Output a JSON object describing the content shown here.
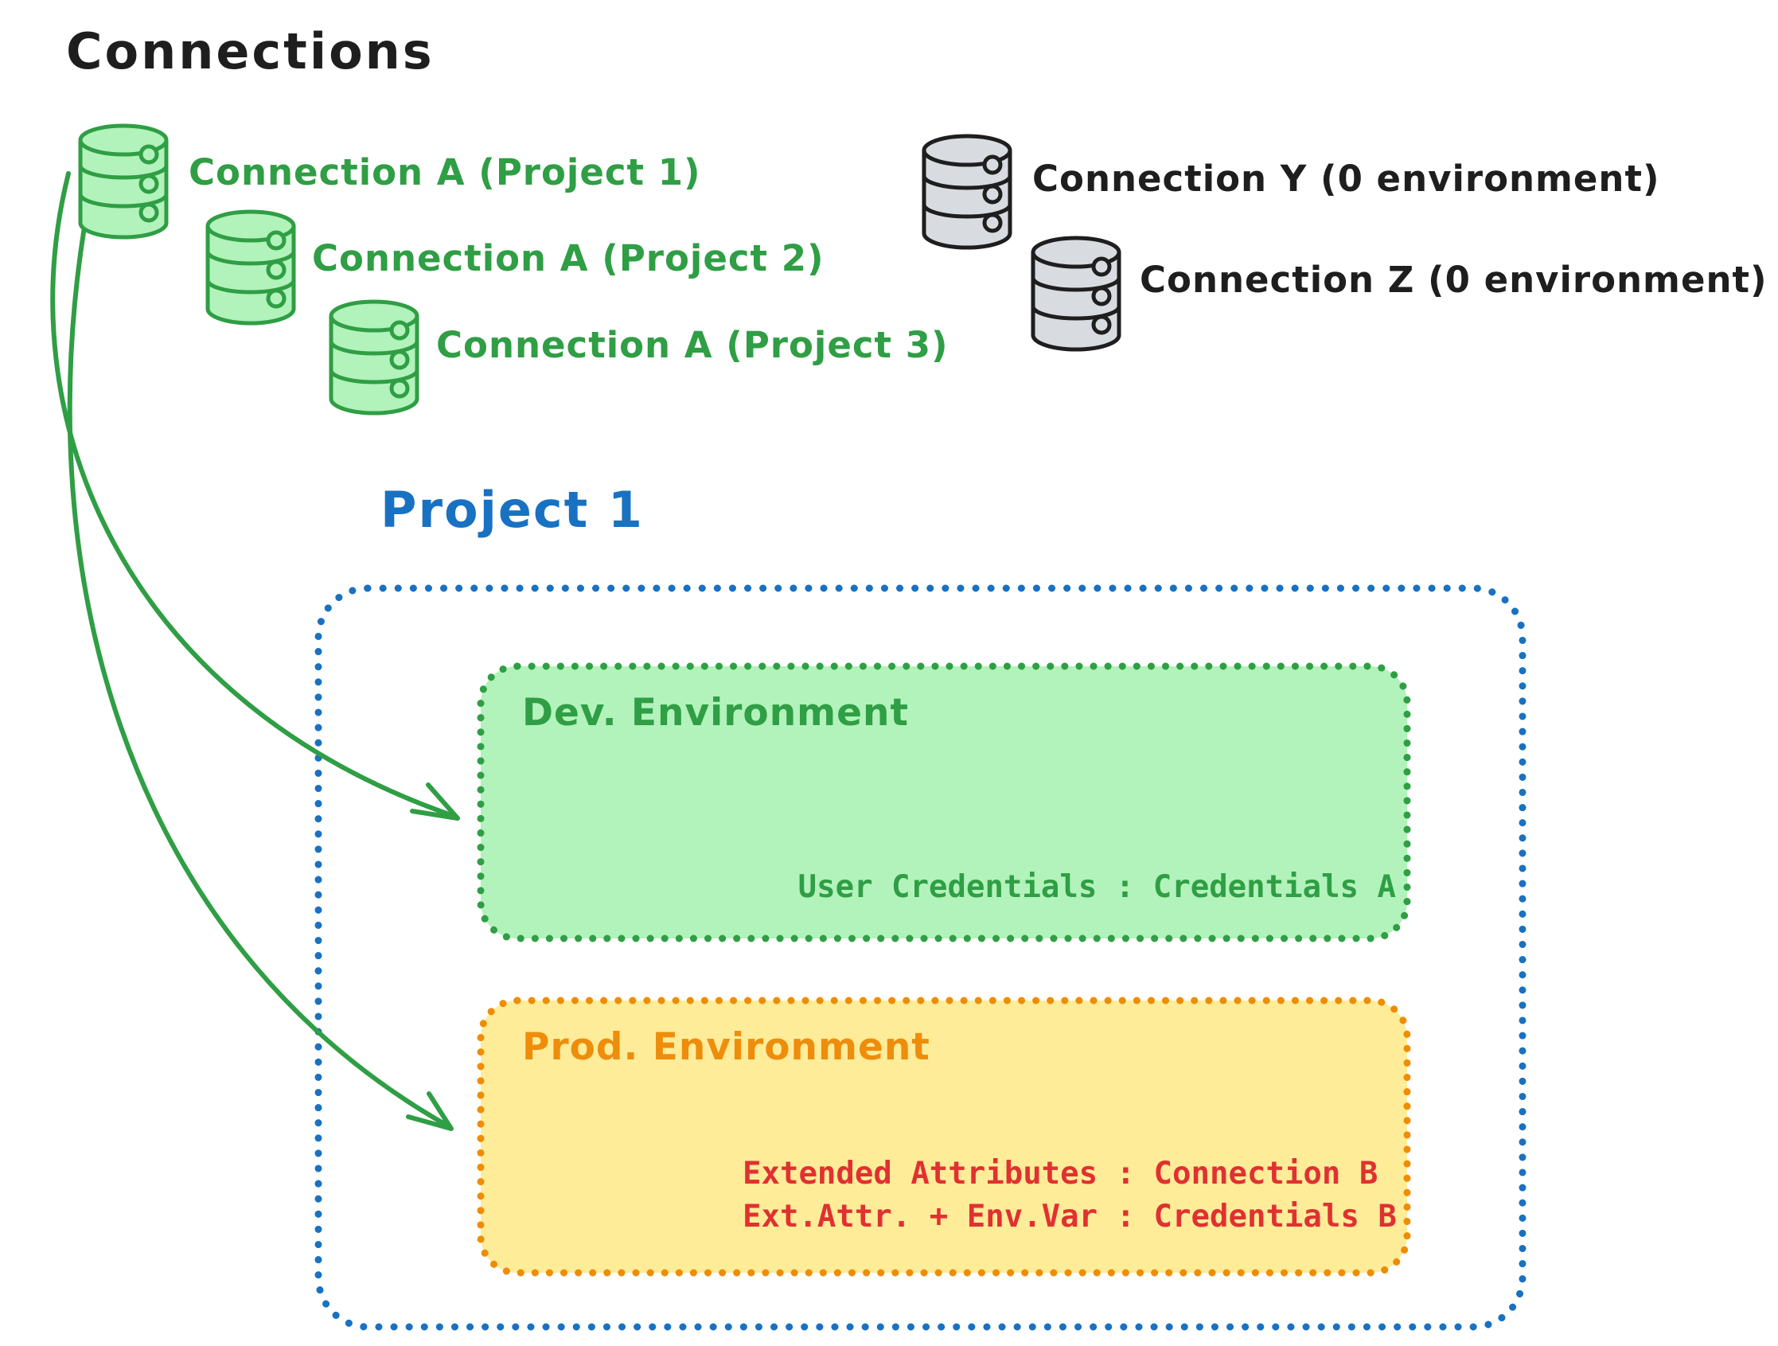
{
  "title": "Connections",
  "green_connections": [
    {
      "label": "Connection A (Project 1)"
    },
    {
      "label": "Connection A (Project 2)"
    },
    {
      "label": "Connection A (Project 3)"
    }
  ],
  "gray_connections": [
    {
      "label": "Connection Y (0 environment)"
    },
    {
      "label": "Connection Z (0 environment)"
    }
  ],
  "project": {
    "title": "Project 1",
    "dev_environment": {
      "title": "Dev. Environment",
      "credentials": "User Credentials : Credentials A"
    },
    "prod_environment": {
      "title": "Prod. Environment",
      "line1": "Extended Attributes : Connection B",
      "line2": "Ext.Attr. + Env.Var : Credentials B"
    }
  },
  "icons": {
    "database": "database-icon"
  },
  "colors": {
    "black_text": "#1e1e1e",
    "green_stroke": "#2f9e44",
    "green_fill": "#b2f2bb",
    "gray_fill": "#d8dce1",
    "blue": "#1971c2",
    "orange_stroke": "#f08c00",
    "orange_text": "#ee8d0c",
    "yellow_fill": "#ffec99",
    "red_text": "#e03131"
  }
}
